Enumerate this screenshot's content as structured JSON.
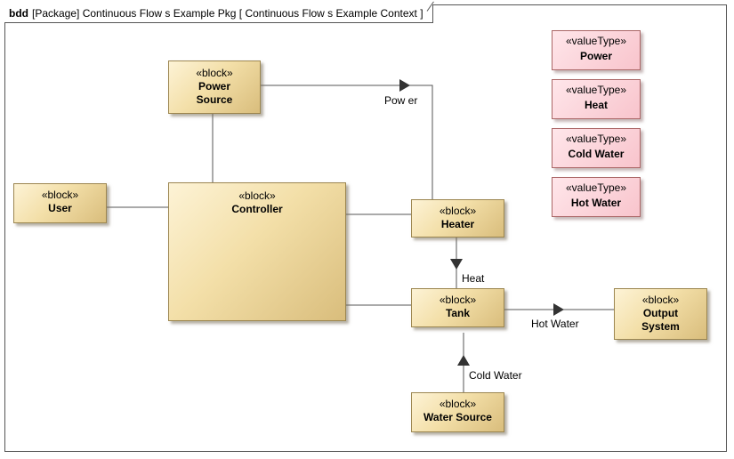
{
  "frame": {
    "kind": "bdd",
    "title": "[Package] Continuous Flow s Example Pkg [ Continuous Flow s Example Context ]"
  },
  "stereotypes": {
    "block": "«block»",
    "value_type": "«valueType»"
  },
  "blocks": {
    "power_source": "Power Source",
    "user": "User",
    "controller": "Controller",
    "heater": "Heater",
    "tank": "Tank",
    "output_system": "Output System",
    "water_source": "Water Source"
  },
  "value_types": [
    "Power",
    "Heat",
    "Cold Water",
    "Hot Water"
  ],
  "flows": {
    "power": "Pow er",
    "heat": "Heat",
    "hot_water": "Hot Water",
    "cold_water": "Cold Water"
  },
  "colors": {
    "block_fill": "#f3dfa8",
    "block_border": "#9c8650",
    "value_type_fill": "#f8c4cc",
    "line": "#555555"
  }
}
